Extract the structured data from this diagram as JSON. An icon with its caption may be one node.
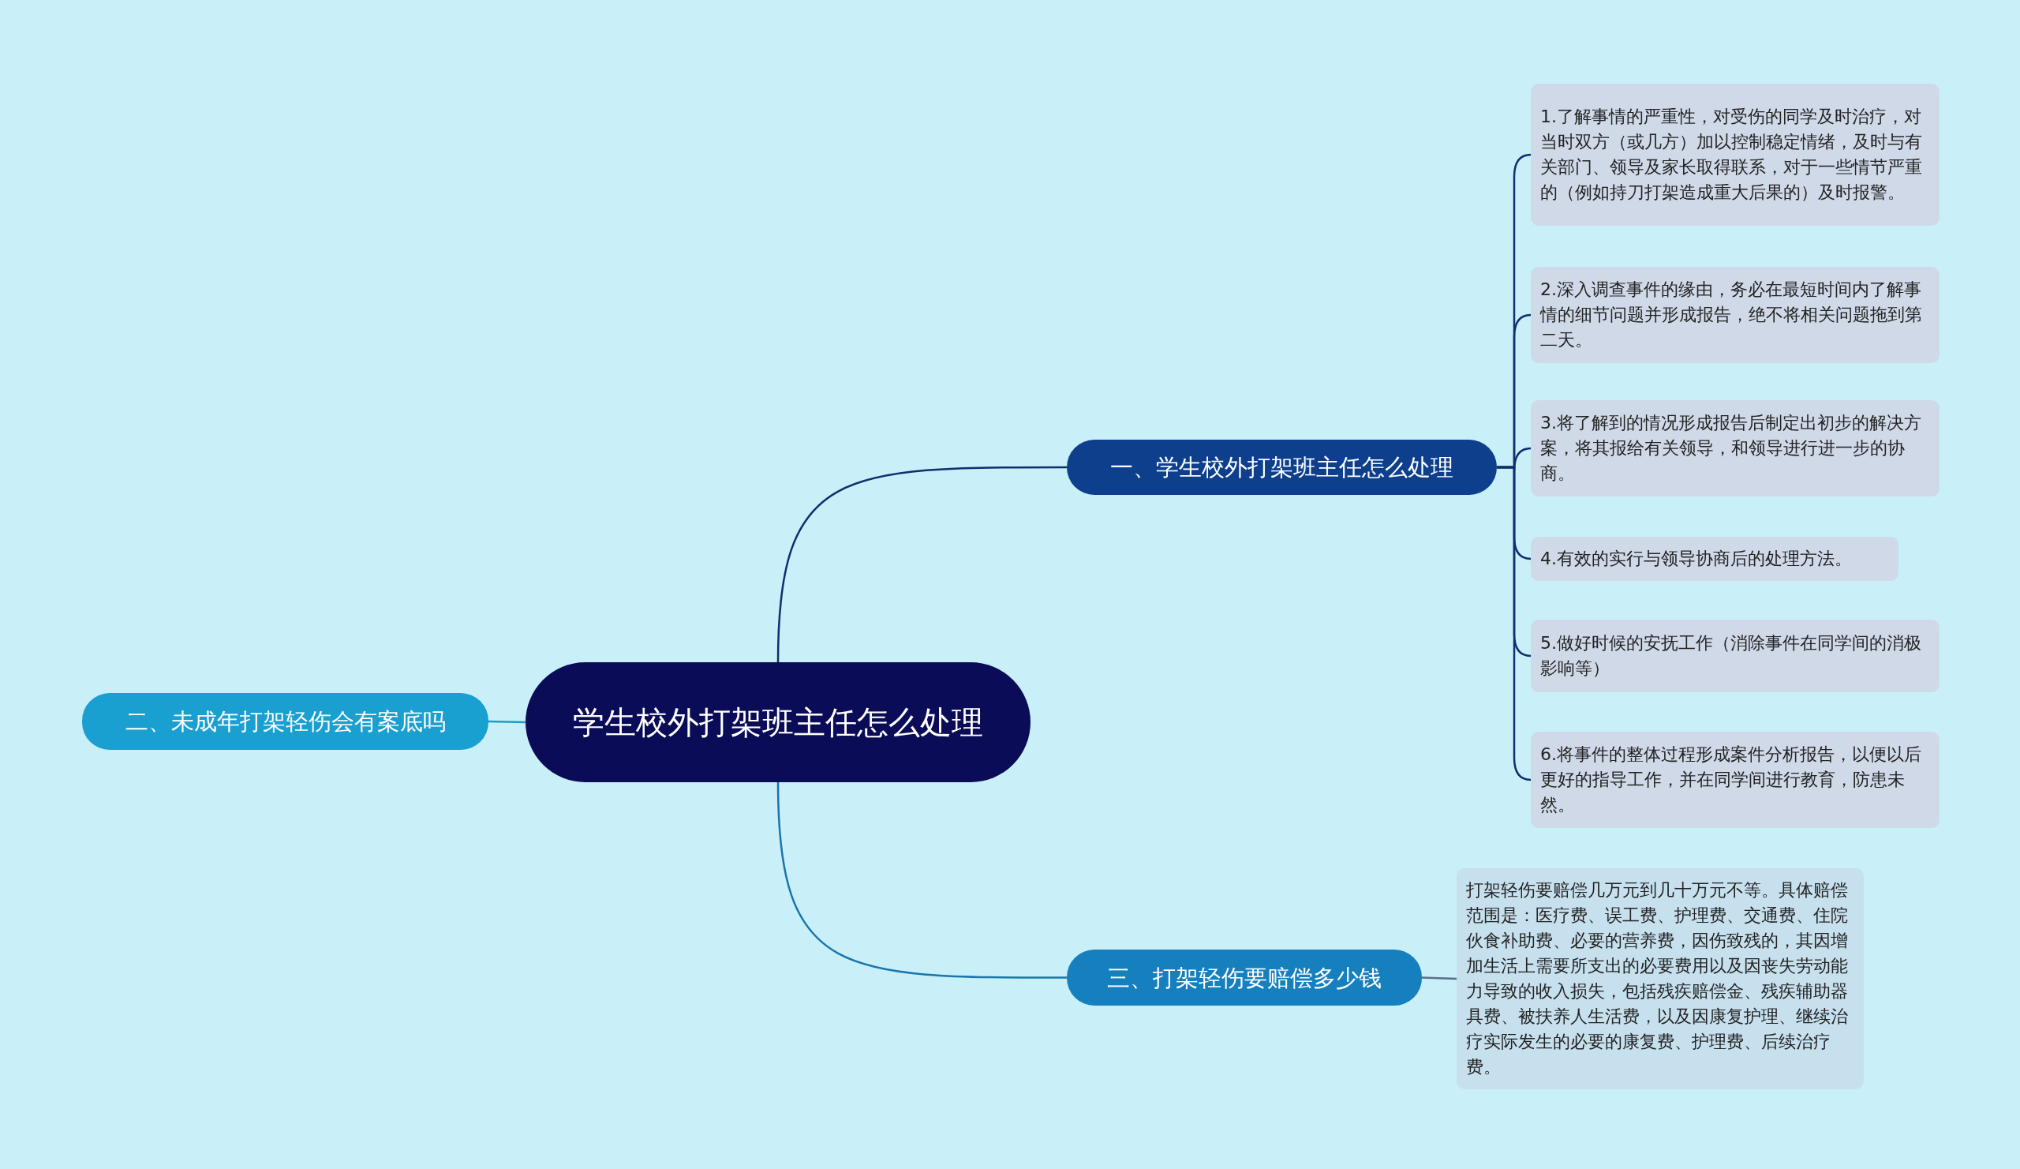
{
  "diagram": {
    "nodes": [
      {
        "text": [
          "学生校外打架班主任怎么处理"
        ]
      },
      {
        "text": [
          "一、学生校外打架班主任怎么处理"
        ]
      },
      {
        "text": [
          "1.了解事情的严重性，对受伤的同学及时治疗，对当时双方（或几方）加以控制稳定情绪，及时与有关部门、领导及家长取得联系，对于一些情节严重的（例如持刀打架造成重大后果的）及时报警。"
        ]
      },
      {
        "text": [
          "2.深入调查事件的缘由，务必在最短时间内了解事情的细节问题并形成报告，绝不将相关问题拖到第二天。"
        ]
      },
      {
        "text": [
          "3.将了解到的情况形成报告后制定出初步的解决方案，将其报给有关领导，和领导进行进一步的协商。"
        ]
      },
      {
        "text": [
          "4.有效的实行与领导协商后的处理方法。"
        ]
      },
      {
        "text": [
          "5.做好时候的安抚工作（消除事件在同学间的消极影响等）"
        ]
      },
      {
        "text": [
          "6.将事件的整体过程形成案件分析报告，以便以后更好的指导工作，并在同学间进行教育，防患未然。"
        ]
      },
      {
        "text": [
          "二、未成年打架轻伤会有案底吗"
        ]
      },
      {
        "text": [
          "三、打架轻伤要赔偿多少钱"
        ]
      },
      {
        "text": [
          "打架轻伤要赔偿几万元到几十万元不等。具体赔偿范围是：医疗费、误工费、护理费、交通费、住院伙食补助费、必要的营养费，因伤致残的，其因增加生活上需要所支出的必要费用以及因丧失劳动能力导致的收入损失，包括残疾赔偿金、残疾辅助器具费、被扶养人生活费，以及因康复护理、继续治疗实际发生的必要的康复费、护理费、后续治疗费。"
        ]
      }
    ],
    "edges": [
      {
        "from": 0,
        "to": 1,
        "arrow": "none"
      },
      {
        "from": 1,
        "to": 2,
        "arrow": "none"
      },
      {
        "from": 1,
        "to": 3,
        "arrow": "none"
      },
      {
        "from": 1,
        "to": 4,
        "arrow": "none"
      },
      {
        "from": 1,
        "to": 5,
        "arrow": "none"
      },
      {
        "from": 1,
        "to": 6,
        "arrow": "none"
      },
      {
        "from": 1,
        "to": 7,
        "arrow": "none"
      },
      {
        "from": 0,
        "to": 8,
        "arrow": "none",
        "color": "#1e9cca"
      },
      {
        "from": 0,
        "to": 9,
        "arrow": "none",
        "color": "#1a74ad"
      },
      {
        "from": 9,
        "to": 10,
        "arrow": "none",
        "color": "#5a6f86"
      }
    ]
  }
}
